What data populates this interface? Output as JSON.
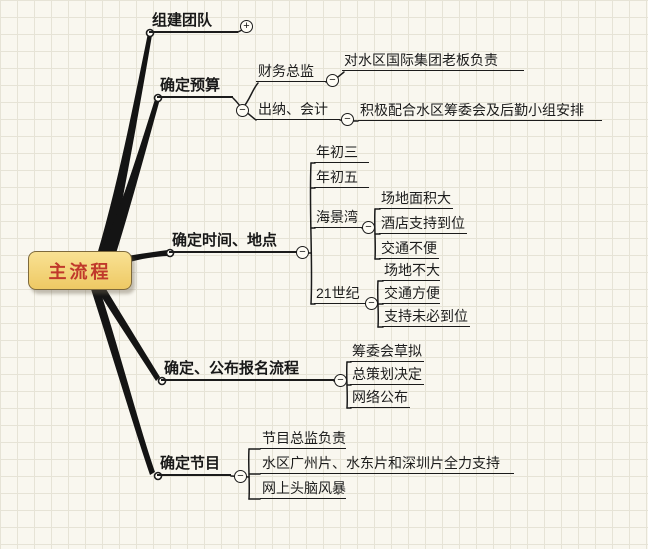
{
  "root": {
    "label": "主流程"
  },
  "icons": {
    "expand": "+",
    "collapse": "−"
  },
  "colors": {
    "root_text": "#c0392b",
    "root_fill": "#f3d87e",
    "line": "#1b1b1b",
    "background": "#f9f7ef"
  },
  "branches": [
    {
      "label": "组建团队",
      "toggle": "+"
    },
    {
      "label": "确定预算",
      "toggle": "-",
      "children": [
        {
          "label": "财务总监",
          "toggle": "-",
          "children": [
            {
              "label": "对水区国际集团老板负责"
            }
          ]
        },
        {
          "label": "出纳、会计",
          "toggle": "-",
          "children": [
            {
              "label": "积极配合水区筹委会及后勤小组安排"
            }
          ]
        }
      ]
    },
    {
      "label": "确定时间、地点",
      "toggle": "-",
      "children": [
        {
          "label": "年初三"
        },
        {
          "label": "年初五"
        },
        {
          "label": "海景湾",
          "toggle": "-",
          "children": [
            {
              "label": "场地面积大"
            },
            {
              "label": "酒店支持到位"
            },
            {
              "label": "交通不便"
            }
          ]
        },
        {
          "label": "21世纪",
          "toggle": "-",
          "children": [
            {
              "label": "场地不大"
            },
            {
              "label": "交通方便"
            },
            {
              "label": "支持未必到位"
            }
          ]
        }
      ]
    },
    {
      "label": "确定、公布报名流程",
      "toggle": "-",
      "children": [
        {
          "label": "筹委会草拟"
        },
        {
          "label": "总策划决定"
        },
        {
          "label": "网络公布"
        }
      ]
    },
    {
      "label": "确定节目",
      "toggle": "-",
      "children": [
        {
          "label": "节目总监负责"
        },
        {
          "label": "水区广州片、水东片和深圳片全力支持"
        },
        {
          "label": "网上头脑风暴"
        }
      ]
    }
  ]
}
